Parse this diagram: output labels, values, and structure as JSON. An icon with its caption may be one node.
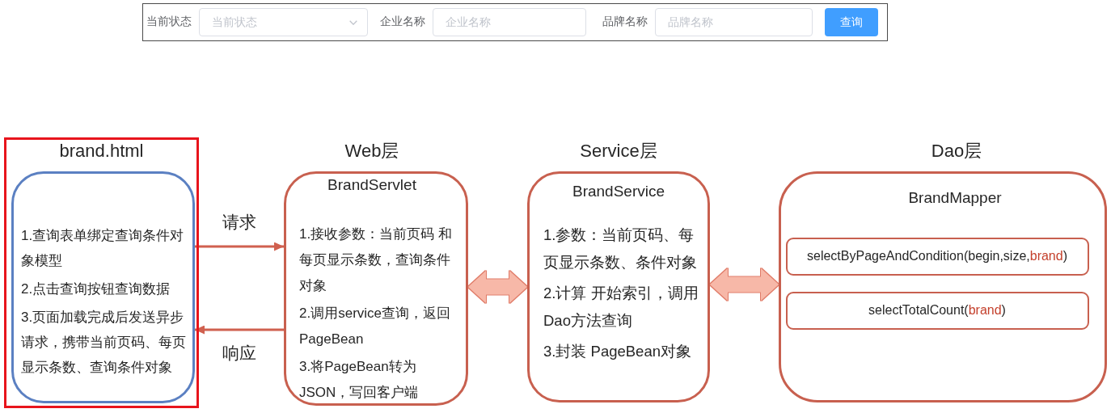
{
  "diagram": {
    "nodes": [
      {
        "text": [
          "brand.html"
        ]
      },
      {
        "text": [
          "1.查询表单绑定查询条件对象模型",
          "2.点击查询按钮查询数据",
          "3.页面加载完成后发送异步请求，携带当前页码、每页显示条数、查询条件对象"
        ],
        "in": 0
      },
      {
        "text": [
          "Web层",
          "BrandServlet",
          "1.接收参数：当前页码 和每页显示条数，查询条件对象",
          "2.调用service查询，返回PageBean",
          "3.将PageBean转为JSON，写回客户端"
        ]
      },
      {
        "text": [
          "Service层",
          "BrandService",
          "1.参数：当前页码、每页显示条数、条件对象",
          "2.计算 开始索引，调用Dao方法查询",
          "3.封装 PageBean对象"
        ]
      },
      {
        "text": [
          "Dao层",
          "BrandMapper"
        ]
      },
      {
        "text": [
          "selectByPageAndCondition(begin,size,brand)"
        ],
        "in": 4
      },
      {
        "text": [
          "selectTotalCount(brand)"
        ],
        "in": 4
      }
    ],
    "edges": [
      {
        "from": 1,
        "to": 2,
        "arrow": "to",
        "label": "请求"
      },
      {
        "from": 2,
        "to": 1,
        "arrow": "to",
        "label": "响应"
      },
      {
        "from": 2,
        "to": 3,
        "arrow": "both",
        "style": "thick",
        "color": "#f7b8a8"
      },
      {
        "from": 3,
        "to": 4,
        "arrow": "both",
        "style": "thick",
        "color": "#f7b8a8"
      }
    ],
    "labels": [
      "当前状态",
      "当前状态",
      "企业名称",
      "企业名称",
      "品牌名称",
      "品牌名称",
      "查询"
    ]
  }
}
